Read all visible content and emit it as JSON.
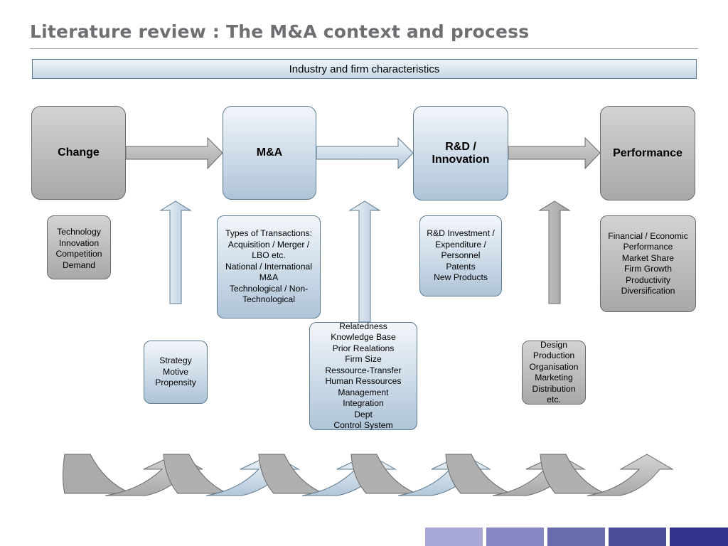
{
  "title": "Literature review : The M&A context and process",
  "banner": "Industry and firm characteristics",
  "stages": {
    "change": "Change",
    "ma": "M&A",
    "rd": [
      "R&D /",
      "Innovation"
    ],
    "performance": "Performance"
  },
  "details": {
    "change": [
      "Technology",
      "Innovation",
      "Competition",
      "Demand"
    ],
    "ma": [
      "Types of Transactions:",
      "Acquisition / Merger /",
      "LBO etc.",
      "National / International",
      "M&A",
      "Technological / Non-",
      "Technological"
    ],
    "rd": [
      "R&D Investment /",
      "Expenditure /",
      "Personnel",
      "Patents",
      "New Products"
    ],
    "performance": [
      "Financial / Economic",
      "Performance",
      "Market Share",
      "Firm Growth",
      "Productivity",
      "Diversification"
    ]
  },
  "drivers": {
    "strategy": [
      "Strategy",
      "Motive",
      "Propensity"
    ],
    "integration": [
      "Relatedness",
      "Knowledge Base",
      "Prior Realations",
      "Firm Size",
      "Ressource-Transfer",
      "Human Ressources",
      "Management",
      "Integration",
      "Dept",
      "Control System"
    ],
    "production": [
      "Design",
      "Production",
      "Organisation",
      "Marketing",
      "Distribution",
      "etc."
    ]
  },
  "colors": {
    "gray_fill": "#b4b4b4",
    "blue_fill": "#c6d6e4",
    "title": "#6f6f73",
    "footer": [
      "#a9a9d8",
      "#8686c4",
      "#6a6aaf",
      "#4d4d9c",
      "#32328a"
    ]
  }
}
